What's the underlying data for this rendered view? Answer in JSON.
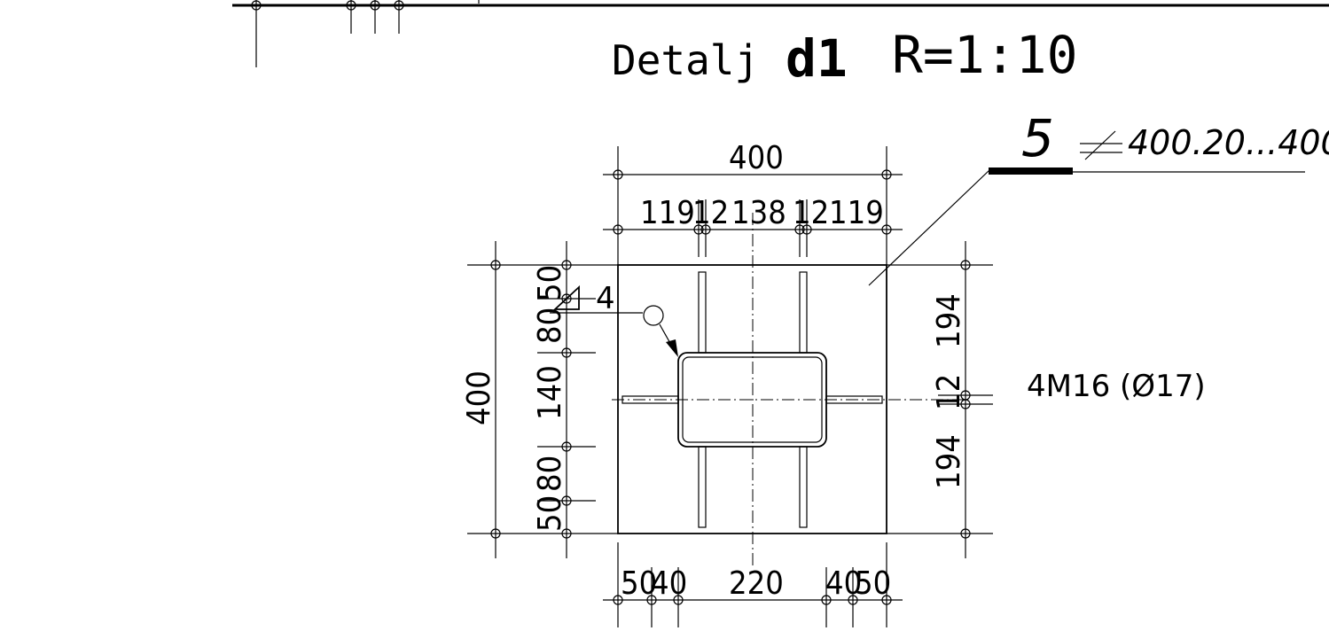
{
  "title": {
    "prefix": "Detalj",
    "detail_id": "d1",
    "scale": "R=1:10"
  },
  "plate": {
    "position": "5",
    "spec": "400.20...400"
  },
  "weld": {
    "size": "4"
  },
  "anchor_bolts": "4M16 (Ø17)",
  "dimensions": {
    "top_overall": "400",
    "top_chain": [
      "119",
      "12",
      "138",
      "12",
      "119"
    ],
    "left_overall": "400",
    "left_chain": [
      "50",
      "80",
      "140",
      "80",
      "50"
    ],
    "right_chain": [
      "194",
      "12",
      "194"
    ],
    "bottom_chain": [
      "50",
      "40",
      "220",
      "40",
      "50"
    ]
  }
}
